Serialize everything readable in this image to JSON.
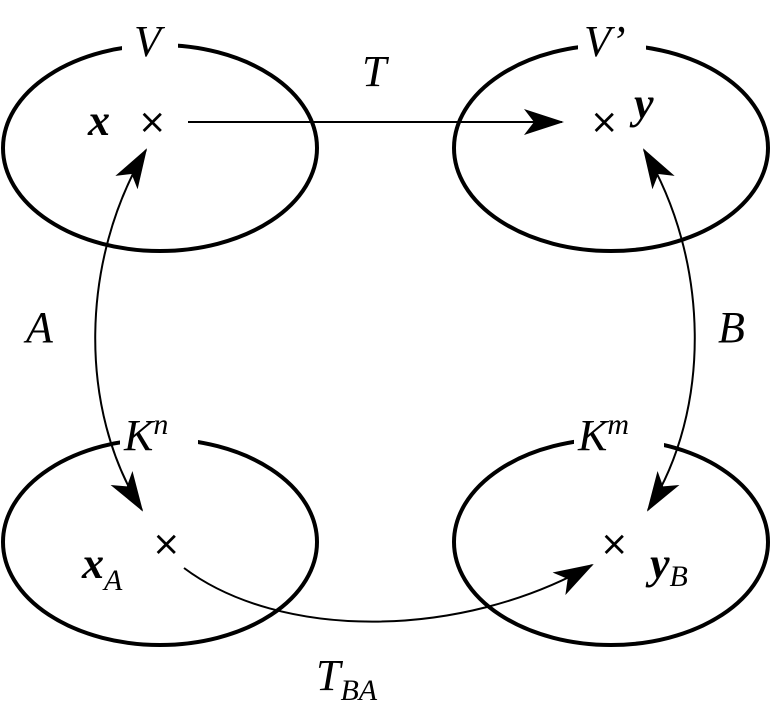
{
  "spaces": {
    "v": {
      "label": "V",
      "vector": "x",
      "point": "×"
    },
    "v_prime": {
      "label": "V’",
      "vector": "y",
      "point": "×"
    },
    "kn": {
      "base": "K",
      "exponent": "n",
      "vector": "x",
      "subscript": "A",
      "point": "×"
    },
    "km": {
      "base": "K",
      "exponent": "m",
      "vector": "y",
      "subscript": "B",
      "point": "×"
    }
  },
  "maps": {
    "t": {
      "label": "T"
    },
    "a": {
      "label": "A"
    },
    "b": {
      "label": "B"
    },
    "t_ba": {
      "base": "T",
      "subscript": "BA"
    }
  },
  "colors": {
    "stroke": "#000000",
    "background": "#ffffff"
  }
}
